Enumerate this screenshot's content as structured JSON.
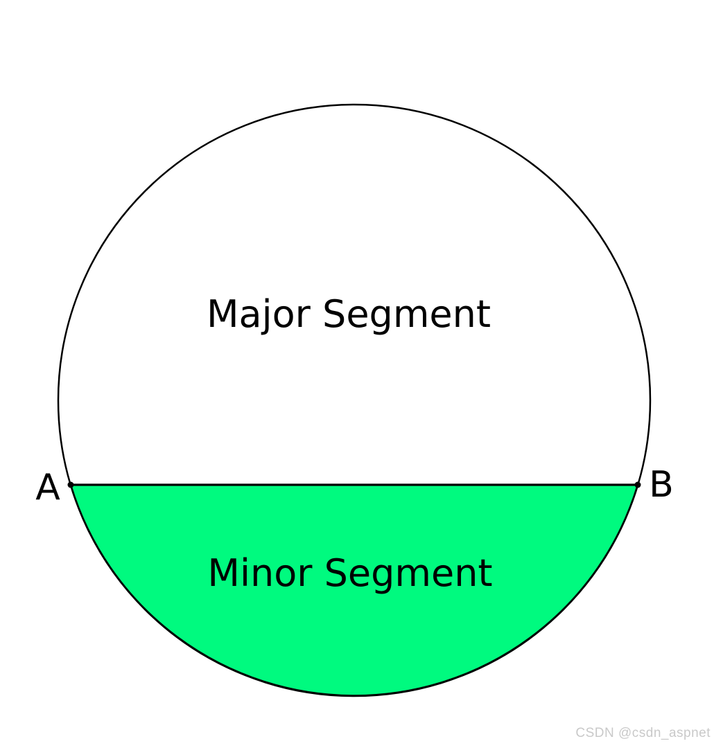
{
  "diagram": {
    "major_segment_label": "Major Segment",
    "minor_segment_label": "Minor Segment",
    "point_a_label": "A",
    "point_b_label": "B",
    "colors": {
      "minor_segment_fill": "#00FA7F",
      "outline_stroke": "#000000",
      "background": "#ffffff"
    }
  },
  "watermark": {
    "text": "CSDN @csdn_aspnet",
    "color": "#c9c9c9"
  }
}
